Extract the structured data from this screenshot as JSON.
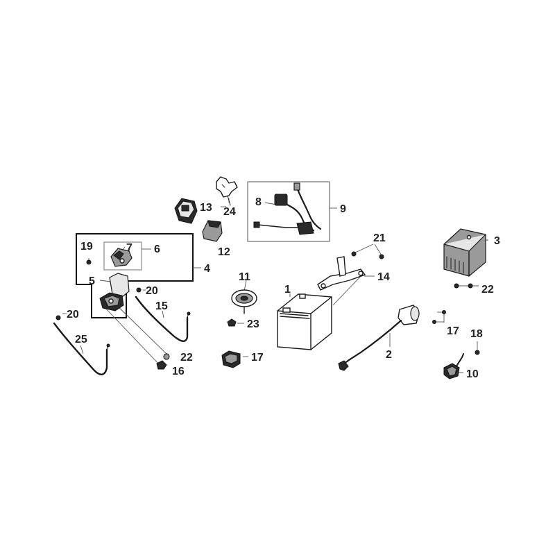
{
  "diagram": {
    "callouts": [
      {
        "id": "c1",
        "text": "1"
      },
      {
        "id": "c2",
        "text": "2"
      },
      {
        "id": "c3",
        "text": "3"
      },
      {
        "id": "c4",
        "text": "4"
      },
      {
        "id": "c5",
        "text": "5"
      },
      {
        "id": "c6",
        "text": "6"
      },
      {
        "id": "c7",
        "text": "7"
      },
      {
        "id": "c8",
        "text": "8"
      },
      {
        "id": "c9",
        "text": "9"
      },
      {
        "id": "c10",
        "text": "10"
      },
      {
        "id": "c11",
        "text": "11"
      },
      {
        "id": "c12",
        "text": "12"
      },
      {
        "id": "c13",
        "text": "13"
      },
      {
        "id": "c14",
        "text": "14"
      },
      {
        "id": "c15",
        "text": "15"
      },
      {
        "id": "c16",
        "text": "16"
      },
      {
        "id": "c17a",
        "text": "17"
      },
      {
        "id": "c17b",
        "text": "17"
      },
      {
        "id": "c18",
        "text": "18"
      },
      {
        "id": "c19",
        "text": "19"
      },
      {
        "id": "c20a",
        "text": "20"
      },
      {
        "id": "c20b",
        "text": "20"
      },
      {
        "id": "c21",
        "text": "21"
      },
      {
        "id": "c22a",
        "text": "22"
      },
      {
        "id": "c22b",
        "text": "22"
      },
      {
        "id": "c23",
        "text": "23"
      },
      {
        "id": "c24",
        "text": "24"
      },
      {
        "id": "c25",
        "text": "25"
      }
    ]
  }
}
